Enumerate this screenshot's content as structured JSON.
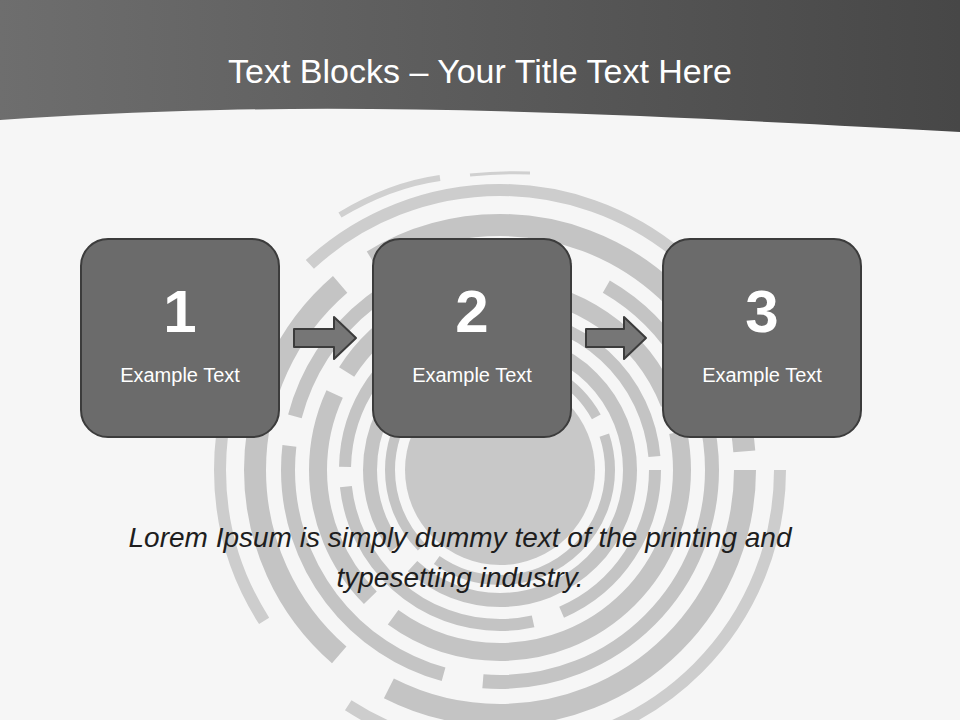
{
  "diagram": {
    "title": "Text Blocks – Your Title Text Here",
    "caption": "Lorem Ipsum is simply dummy text of the printing and typesetting industry.",
    "nodes": [
      {
        "text": [
          "1",
          "Example Text"
        ]
      },
      {
        "text": [
          "2",
          "Example Text"
        ]
      },
      {
        "text": [
          "3",
          "Example Text"
        ]
      }
    ],
    "edges": [
      {
        "from": 0,
        "to": 1,
        "arrow": "to"
      },
      {
        "from": 1,
        "to": 2,
        "arrow": "to"
      }
    ]
  }
}
